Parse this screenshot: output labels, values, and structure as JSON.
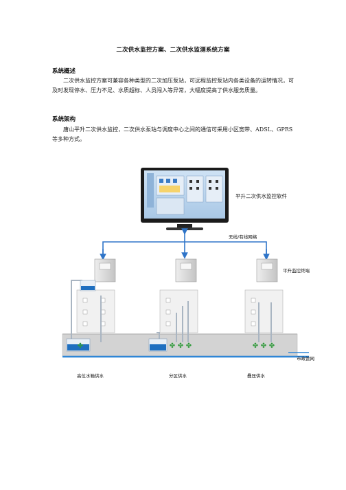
{
  "doc": {
    "title": "二次供水监控方案、二次供水监测系统方案",
    "section1": {
      "heading": "系统概述",
      "body": "二次供水监控方案可兼容各种类型的二次加压泵站，可远程监控泵站内各类设备的运转情况，可及时发现停水、压力不足、水质超标、人员闯入等异常，大幅度提高了供水服务质量。"
    },
    "section2": {
      "heading": "系统架构",
      "body": "唐山平升二次供水监控，二次供水泵站与调度中心之间的通信可采用小区宽带、ADSL、GPRS 等多种方式。"
    }
  },
  "diagram": {
    "software_label": "平升二次供水监控软件",
    "network_label": "无线/有线网络",
    "terminal_label": "平升监控终端",
    "municipal_label": "市政管网",
    "zones": [
      {
        "label": "高位水箱供水"
      },
      {
        "label": "分区供水"
      },
      {
        "label": "叠压供水"
      }
    ],
    "colors": {
      "arrow": "#2e74c8",
      "monitor_bezel": "#1a1a1a",
      "screen_bg": "#bcd6ee",
      "building": "#f1f1f1",
      "ground": "#d3d3d3",
      "water": "#1f6fc0",
      "pump": "#2f9a3a",
      "cabinet": "#d9d9d9",
      "municipal_pipe": "#2f86d6"
    }
  }
}
